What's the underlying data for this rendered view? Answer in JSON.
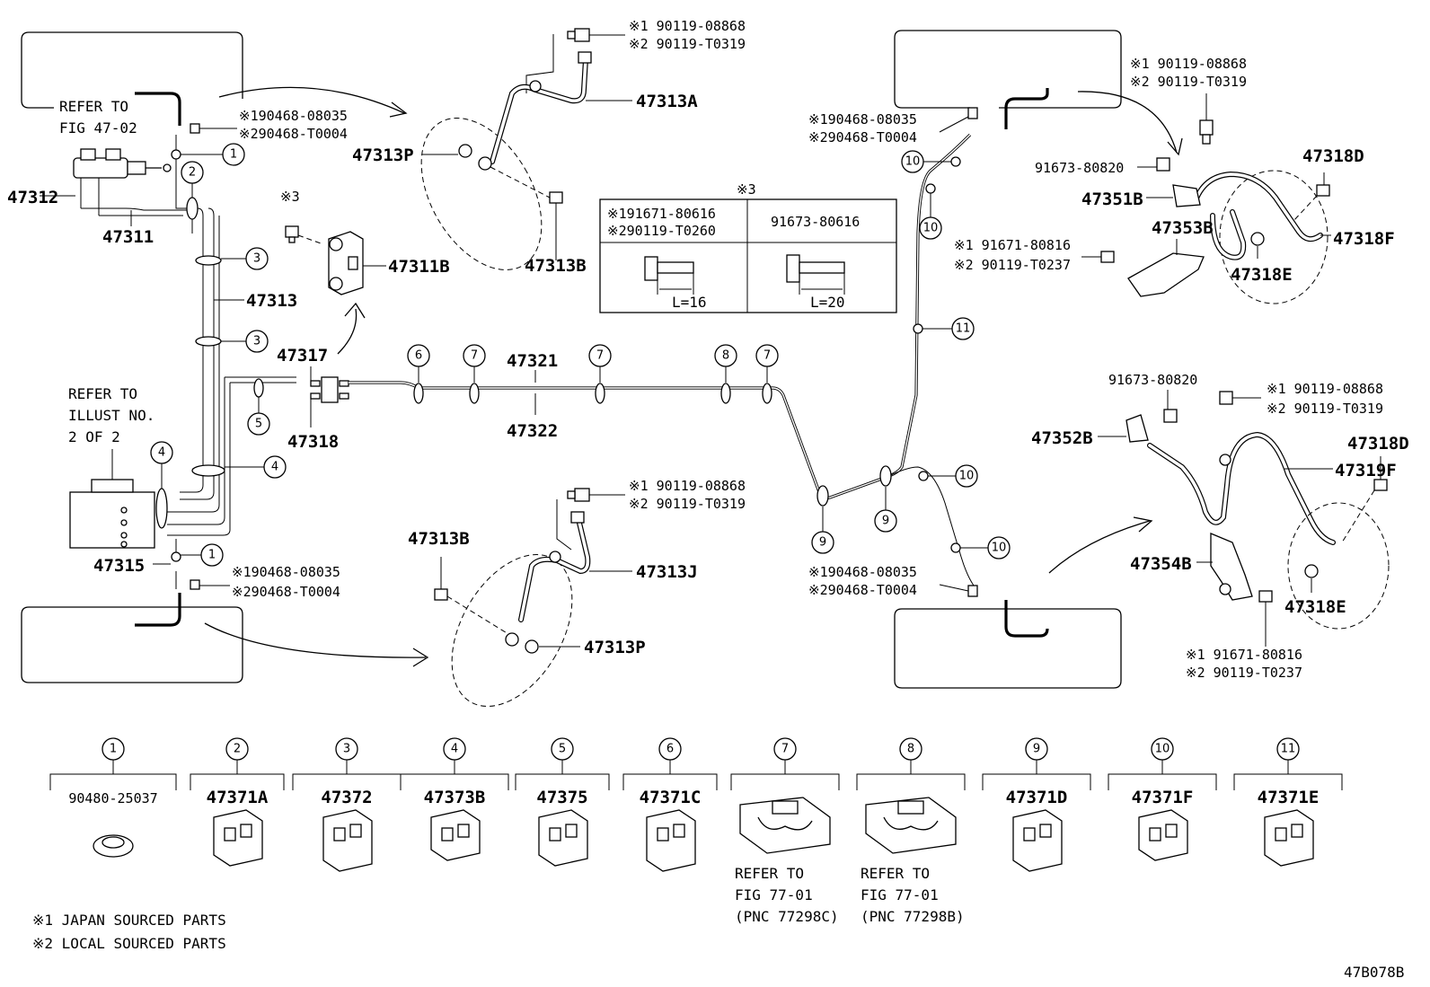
{
  "diagram": {
    "ref_fig_47_02": [
      "REFER TO",
      "FIG 47-02"
    ],
    "ref_illust": [
      "REFER TO",
      "ILLUST NO.",
      "2 OF 2"
    ],
    "parts": {
      "p47312": "47312",
      "p47311": "47311",
      "p47311B": "47311B",
      "p47313": "47313",
      "p47317": "47317",
      "p47318": "47318",
      "p47315": "47315",
      "p47321": "47321",
      "p47322": "47322",
      "p47313A": "47313A",
      "p47313P_top": "47313P",
      "p47313B_top": "47313B",
      "p47313B_bot": "47313B",
      "p47313J": "47313J",
      "p47313P_bot": "47313P",
      "p47351B": "47351B",
      "p47353B": "47353B",
      "p47318D_top": "47318D",
      "p47318F": "47318F",
      "p47318E_top": "47318E",
      "p47352B": "47352B",
      "p47319F": "47319F",
      "p47318D_bot": "47318D",
      "p47354B": "47354B",
      "p47318E_bot": "47318E",
      "p91673_80820_top": "91673-80820",
      "p91673_80820_bot": "91673-80820"
    },
    "refs": {
      "tl_a": "※190468-08035",
      "tl_b": "※290468-T0004",
      "bl_a": "※190468-08035",
      "bl_b": "※290468-T0004",
      "tc_a": "※1 90119-08868",
      "tc_b": "※2 90119-T0319",
      "bc_a": "※1 90119-08868",
      "bc_b": "※2 90119-T0319",
      "tr_a": "※190468-08035",
      "tr_b": "※290468-T0004",
      "br_a": "※190468-08035",
      "br_b": "※290468-T0004",
      "rt_a": "※1 90119-08868",
      "rt_b": "※2 90119-T0319",
      "rt2_a": "※1 91671-80816",
      "rt2_b": "※2 90119-T0237",
      "rb_a": "※1 90119-08868",
      "rb_b": "※2 90119-T0319",
      "rb2_a": "※1 91671-80816",
      "rb2_b": "※2 90119-T0237"
    },
    "note3_marker": "※3",
    "table3": {
      "title": "※3",
      "col1_a": "※191671-80616",
      "col1_b": "※290119-T0260",
      "col2": "91673-80616",
      "dim1": "L=16",
      "dim2": "L=20"
    },
    "clamp_legend": [
      {
        "num": "1",
        "part": "90480-25037"
      },
      {
        "num": "2",
        "part": "47371A"
      },
      {
        "num": "3",
        "part": "47372"
      },
      {
        "num": "4",
        "part": "47373B"
      },
      {
        "num": "5",
        "part": "47375"
      },
      {
        "num": "6",
        "part": "47371C"
      },
      {
        "num": "7",
        "part": "",
        "ref": [
          "REFER TO",
          "FIG 77-01",
          "(PNC 77298C)"
        ]
      },
      {
        "num": "8",
        "part": "",
        "ref": [
          "REFER TO",
          "FIG 77-01",
          "(PNC 77298B)"
        ]
      },
      {
        "num": "9",
        "part": "47371D"
      },
      {
        "num": "10",
        "part": "47371F"
      },
      {
        "num": "11",
        "part": "47371E"
      }
    ],
    "footnotes": [
      "※1 JAPAN SOURCED PARTS",
      "※2 LOCAL SOURCED PARTS"
    ],
    "drawing_code": "47B078B"
  }
}
